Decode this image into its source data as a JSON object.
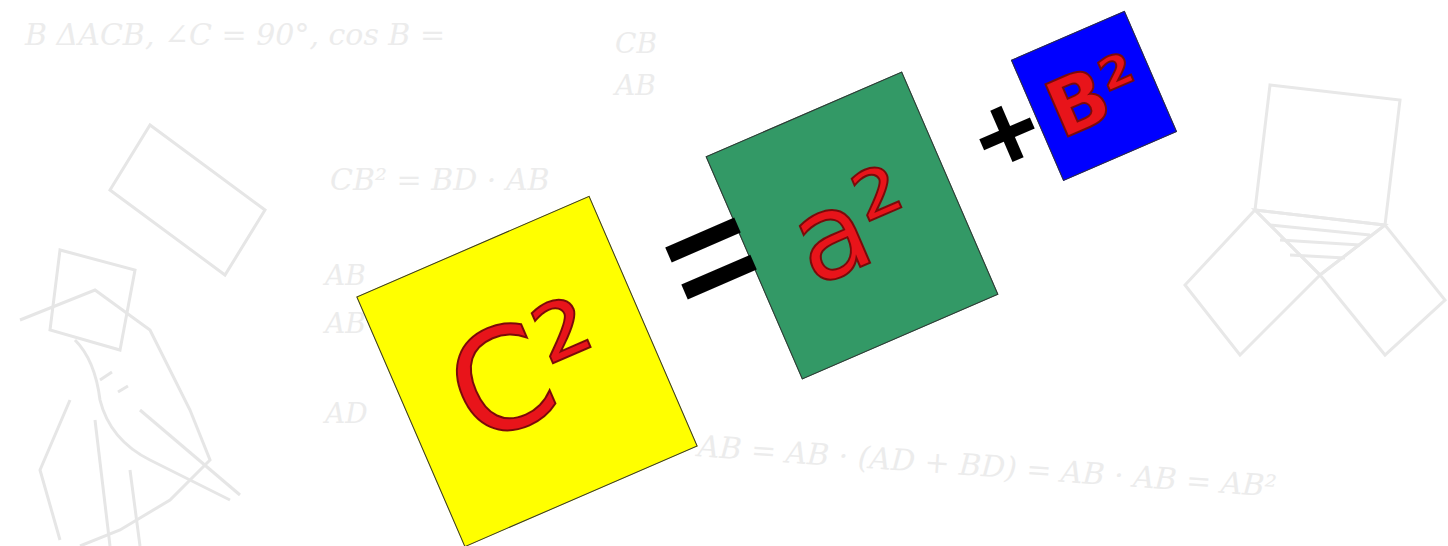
{
  "diagram": {
    "nodes": [
      {
        "text": [
          "C²"
        ]
      },
      {
        "text": [
          "a²"
        ]
      },
      {
        "text": [
          "B²"
        ]
      }
    ],
    "labels": [
      "=",
      "+",
      "B  ΔACB,  ∠C = 90°,  cos B =",
      "CB",
      "AB",
      "CB² = BD · AB",
      "AB",
      "AB",
      "AD",
      "· AB = AB · (AD + BD) = AB · AB = AB²"
    ]
  }
}
